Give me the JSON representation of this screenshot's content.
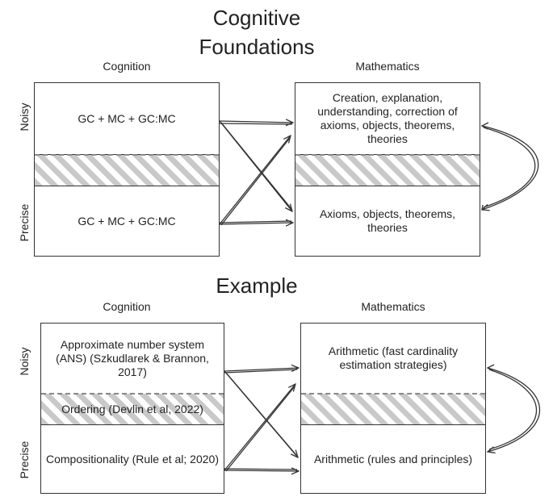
{
  "foundations": {
    "title_line1": "Cognitive",
    "title_line2": "Foundations",
    "cognition_header": "Cognition",
    "mathematics_header": "Mathematics",
    "noisy_label": "Noisy",
    "precise_label": "Precise",
    "cognition_noisy": "GC + MC + GC:MC",
    "cognition_precise": "GC + MC + GC:MC",
    "math_noisy": "Creation, explanation, understanding, correction of axioms, objects, theorems, theories",
    "math_precise": "Axioms, objects, theorems, theories"
  },
  "example": {
    "title": "Example",
    "cognition_header": "Cognition",
    "mathematics_header": "Mathematics",
    "noisy_label": "Noisy",
    "precise_label": "Precise",
    "cognition_noisy": "Approximate number system (ANS) (Szkudlarek & Brannon, 2017)",
    "cognition_middle": "Ordering (Devlin et al, 2022)",
    "cognition_precise": "Compositionality (Rule et al; 2020)",
    "math_noisy": "Arithmetic (fast cardinality estimation strategies)",
    "math_precise": "Arithmetic (rules and principles)"
  },
  "colors": {
    "stroke": "#333333",
    "hatch": "#c9c9c9"
  }
}
